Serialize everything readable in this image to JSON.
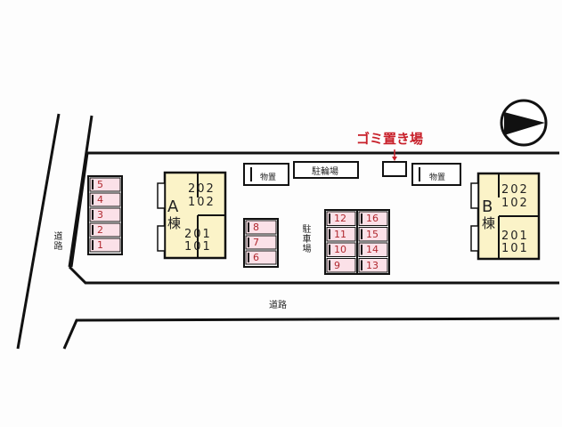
{
  "labels": {
    "road_vertical": "道路",
    "road_horizontal": "道路",
    "parking": "駐車場",
    "bicycle_parking": "駐輪場",
    "storage_left": "物置",
    "storage_right": "物置",
    "garbage": "ゴミ置き場"
  },
  "building_a": {
    "letter": "A",
    "suffix": "棟",
    "units_top": [
      "202",
      "102"
    ],
    "units_bottom": [
      "201",
      "101"
    ]
  },
  "building_b": {
    "letter": "B",
    "suffix": "棟",
    "units_top": [
      "202",
      "102"
    ],
    "units_bottom": [
      "201",
      "101"
    ]
  },
  "parking_left": [
    "5",
    "4",
    "3",
    "2",
    "1"
  ],
  "parking_middle": [
    "8",
    "7",
    "6"
  ],
  "parking_right_left": [
    "12",
    "11",
    "10",
    "9"
  ],
  "parking_right_right": [
    "16",
    "15",
    "14",
    "13"
  ],
  "colors": {
    "building_fill": "#fbf3c8",
    "parking_fill": "#fbe1e8",
    "number_color": "#b0282f",
    "garbage_color": "#c8202a",
    "line": "#111111"
  },
  "icons": {
    "north": "north-arrow-icon"
  }
}
